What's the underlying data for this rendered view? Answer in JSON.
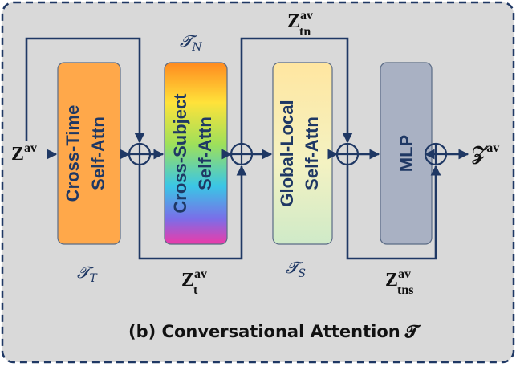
{
  "caption": "(b) Conversational Attention",
  "caption_symbol": "𝓣",
  "input": {
    "base": "Z",
    "sup": "av"
  },
  "output": {
    "base": "𝒵",
    "sup": "av"
  },
  "blocks": [
    {
      "id": "cross-time",
      "line1": "Cross-Time",
      "line2": "Self-Attn",
      "symbol": "𝓣",
      "symbol_sub": "T"
    },
    {
      "id": "cross-subject",
      "line1": "Cross-Subject",
      "line2": "Self-Attn",
      "symbol": "𝓣",
      "symbol_sub": "N"
    },
    {
      "id": "global-local",
      "line1": "Global-Local",
      "line2": "Self-Attn",
      "symbol": "𝓣",
      "symbol_sub": "S"
    },
    {
      "id": "mlp",
      "line1": "MLP",
      "line2": ""
    }
  ],
  "residuals": [
    {
      "base": "Z",
      "sup": "av",
      "sub": "t"
    },
    {
      "base": "Z",
      "sup": "av",
      "sub": "tn"
    },
    {
      "base": "Z",
      "sup": "av",
      "sub": "tns"
    }
  ],
  "colors": {
    "frame_background": "#d9d9d9",
    "frame_border": "#1f3864",
    "line": "#1f3864",
    "cross_time_fill": "#ffa84a",
    "mlp_fill": "#a9b1c3"
  }
}
